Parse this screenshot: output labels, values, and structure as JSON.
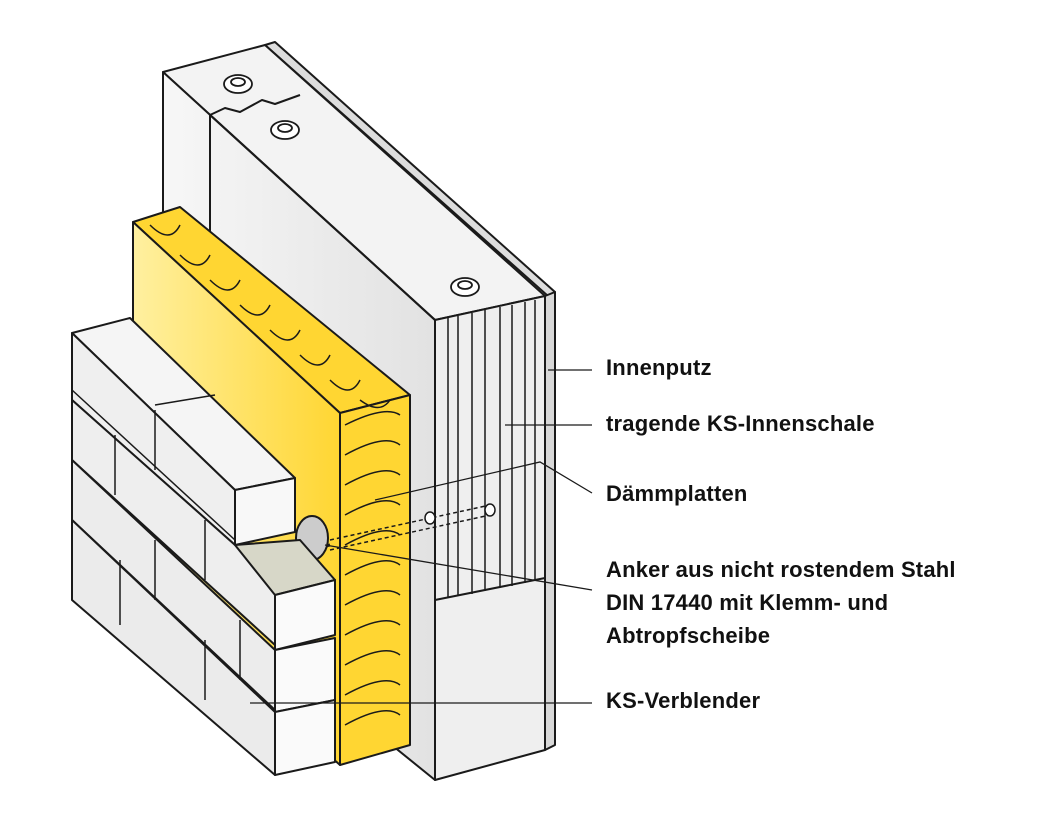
{
  "labels": {
    "innenputz": "Innenputz",
    "innenschale": "tragende KS-Innenschale",
    "daemmplatten": "Dämmplatten",
    "anker_line1": "Anker aus nicht rostendem Stahl",
    "anker_line2": "DIN 17440 mit Klemm- und",
    "anker_line3": "Abtropfscheibe",
    "verblender": "KS-Verblender"
  },
  "colors": {
    "insulation": "#ffd632",
    "insulation_face": "#fff2a8",
    "masonry": "#ececec",
    "outline": "#1a1a1a"
  }
}
